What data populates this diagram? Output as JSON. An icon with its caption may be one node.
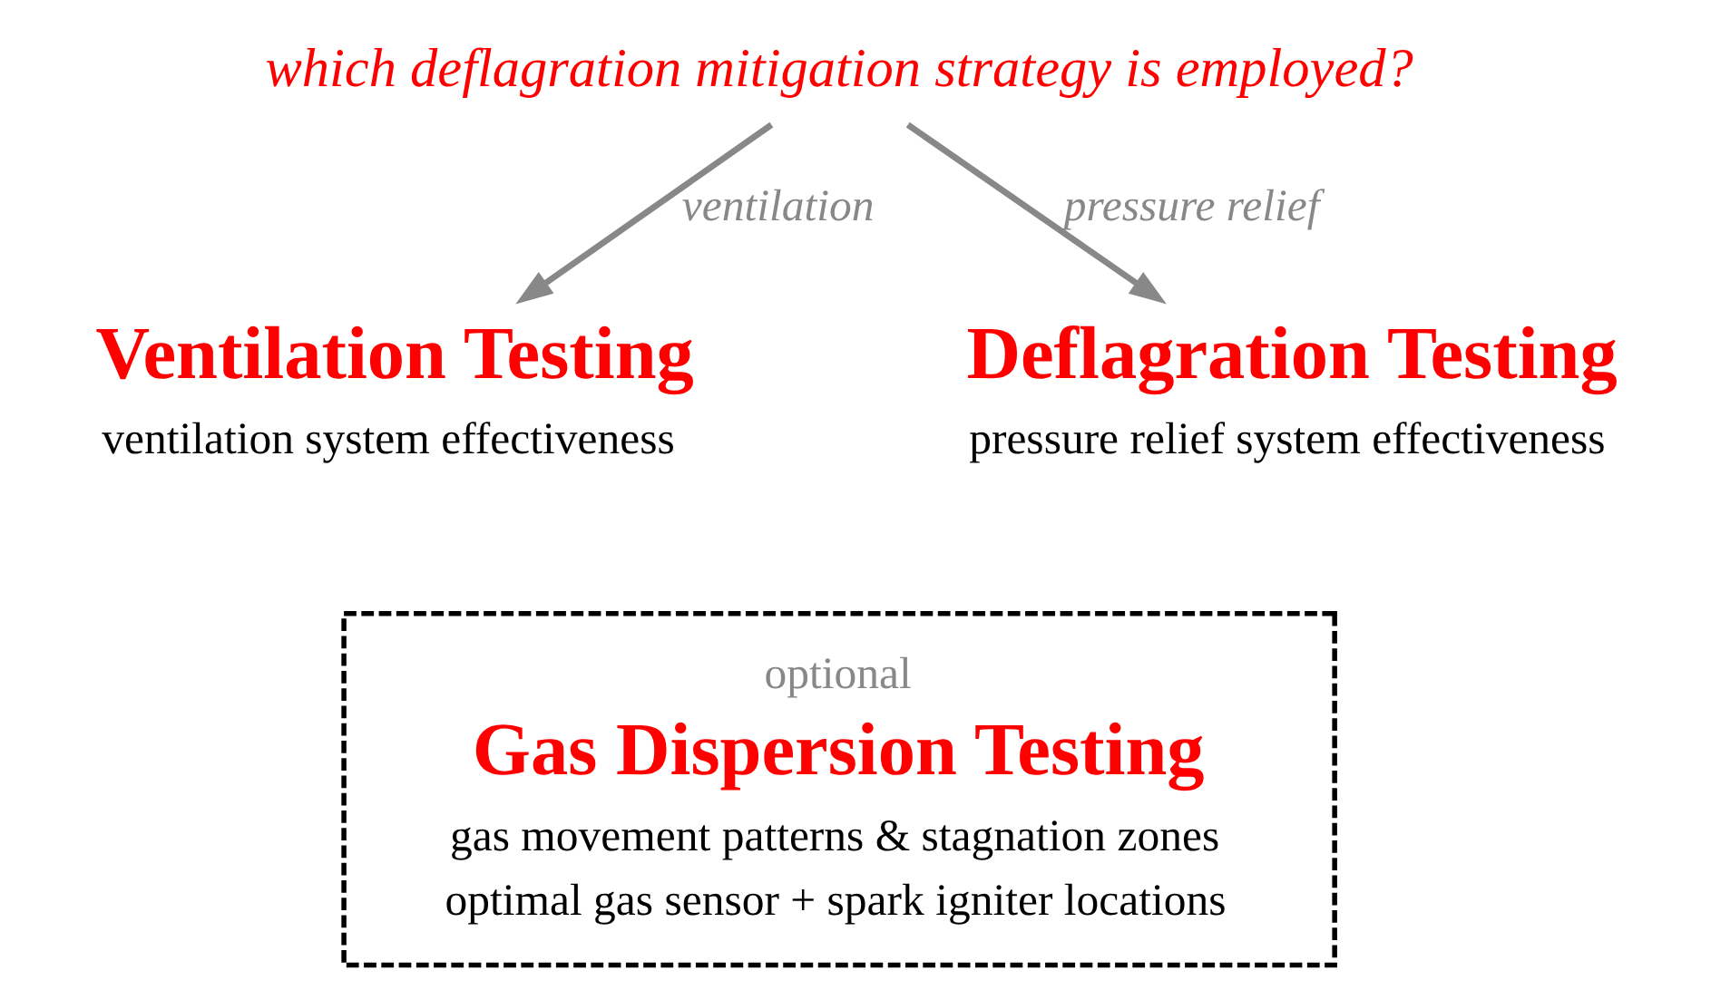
{
  "diagram": {
    "nodes": [
      {
        "text": [
          "which deflagration mitigation strategy is employed?"
        ]
      },
      {
        "text": [
          "Ventilation Testing",
          "ventilation system effectiveness"
        ]
      },
      {
        "text": [
          "Deflagration Testing",
          "pressure relief system effectiveness"
        ]
      },
      {
        "text": [
          "optional",
          "Gas Dispersion Testing",
          "gas movement patterns & stagnation zones",
          "optimal gas sensor + spark igniter locations"
        ]
      }
    ],
    "edges": [
      {
        "from": 0,
        "to": 1,
        "label": "ventilation",
        "arrow": "to"
      },
      {
        "from": 0,
        "to": 2,
        "label": "pressure relief",
        "arrow": "to"
      }
    ]
  }
}
